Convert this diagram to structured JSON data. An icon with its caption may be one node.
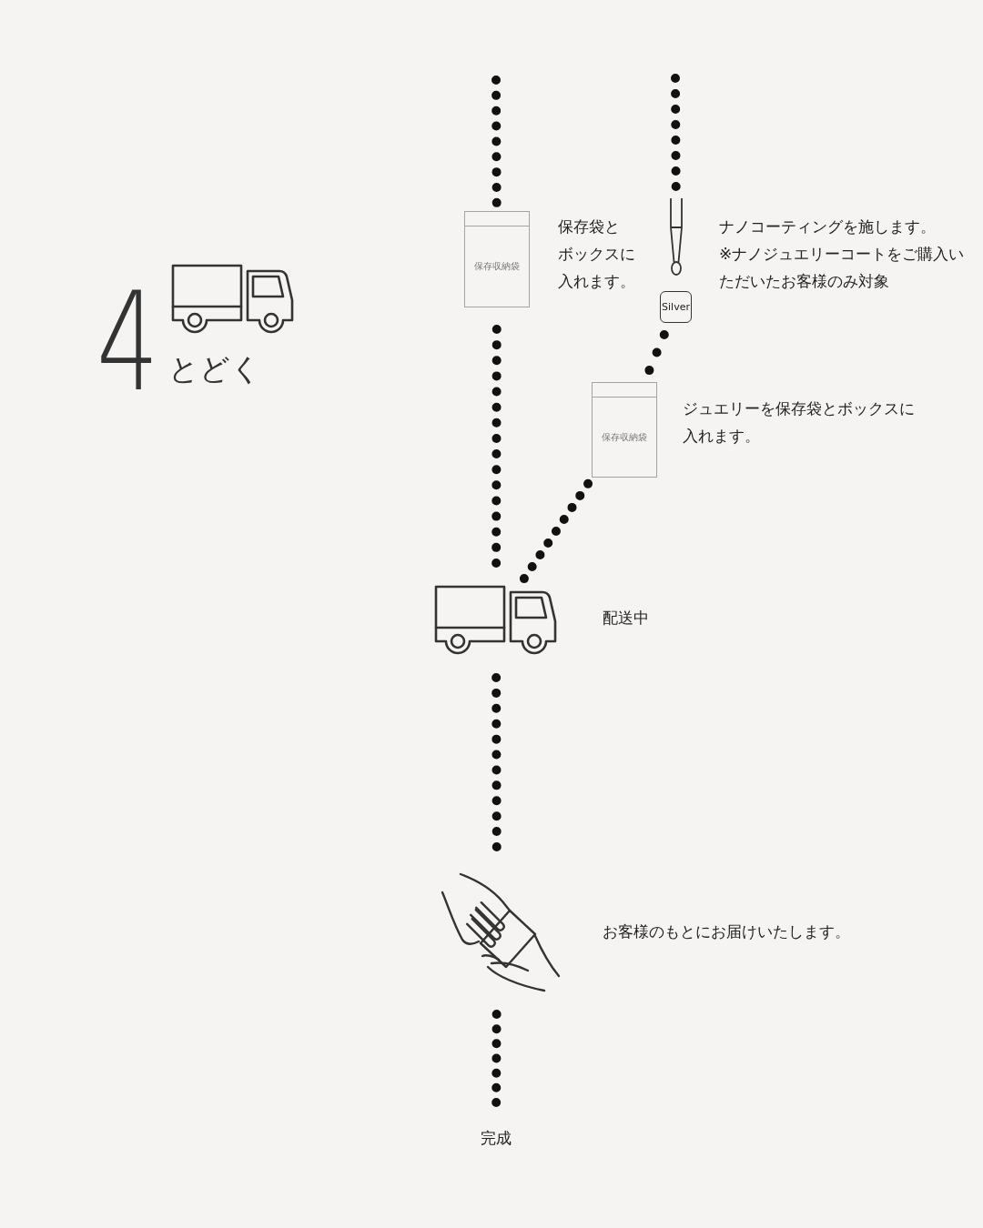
{
  "diagram": {
    "title": "とどく",
    "nodes": [
      {
        "text": [
          "保存収納袋"
        ],
        "beside": [
          "保存袋とボックスに入れます。"
        ]
      },
      {
        "text": [],
        "shape": "picture",
        "beside": [
          "ナノコーティングを施します。",
          "※ナノジュエリーコートをご購入いただいたお客様のみ対象"
        ]
      },
      {
        "text": [
          "Silver"
        ]
      },
      {
        "text": [
          "保存収納袋"
        ],
        "beside": [
          "ジュエリーを保存袋とボックスに入れます。"
        ]
      },
      {
        "text": [],
        "shape": "picture",
        "beside": [
          "配送中"
        ]
      },
      {
        "text": [],
        "shape": "picture",
        "beside": [
          "お客様のもとにお届けいたします。"
        ]
      },
      {
        "text": [
          "完成"
        ]
      }
    ],
    "edges": [
      {
        "from": null,
        "to": 0,
        "arrow": "none"
      },
      {
        "from": 0,
        "to": 4,
        "arrow": "none"
      },
      {
        "from": null,
        "to": 1,
        "arrow": "none"
      },
      {
        "from": 2,
        "to": 3,
        "arrow": "none"
      },
      {
        "from": 3,
        "to": 4,
        "arrow": "none"
      },
      {
        "from": 4,
        "to": 5,
        "arrow": "none"
      },
      {
        "from": 5,
        "to": 6,
        "arrow": "none"
      }
    ],
    "labels": [
      "4"
    ]
  }
}
